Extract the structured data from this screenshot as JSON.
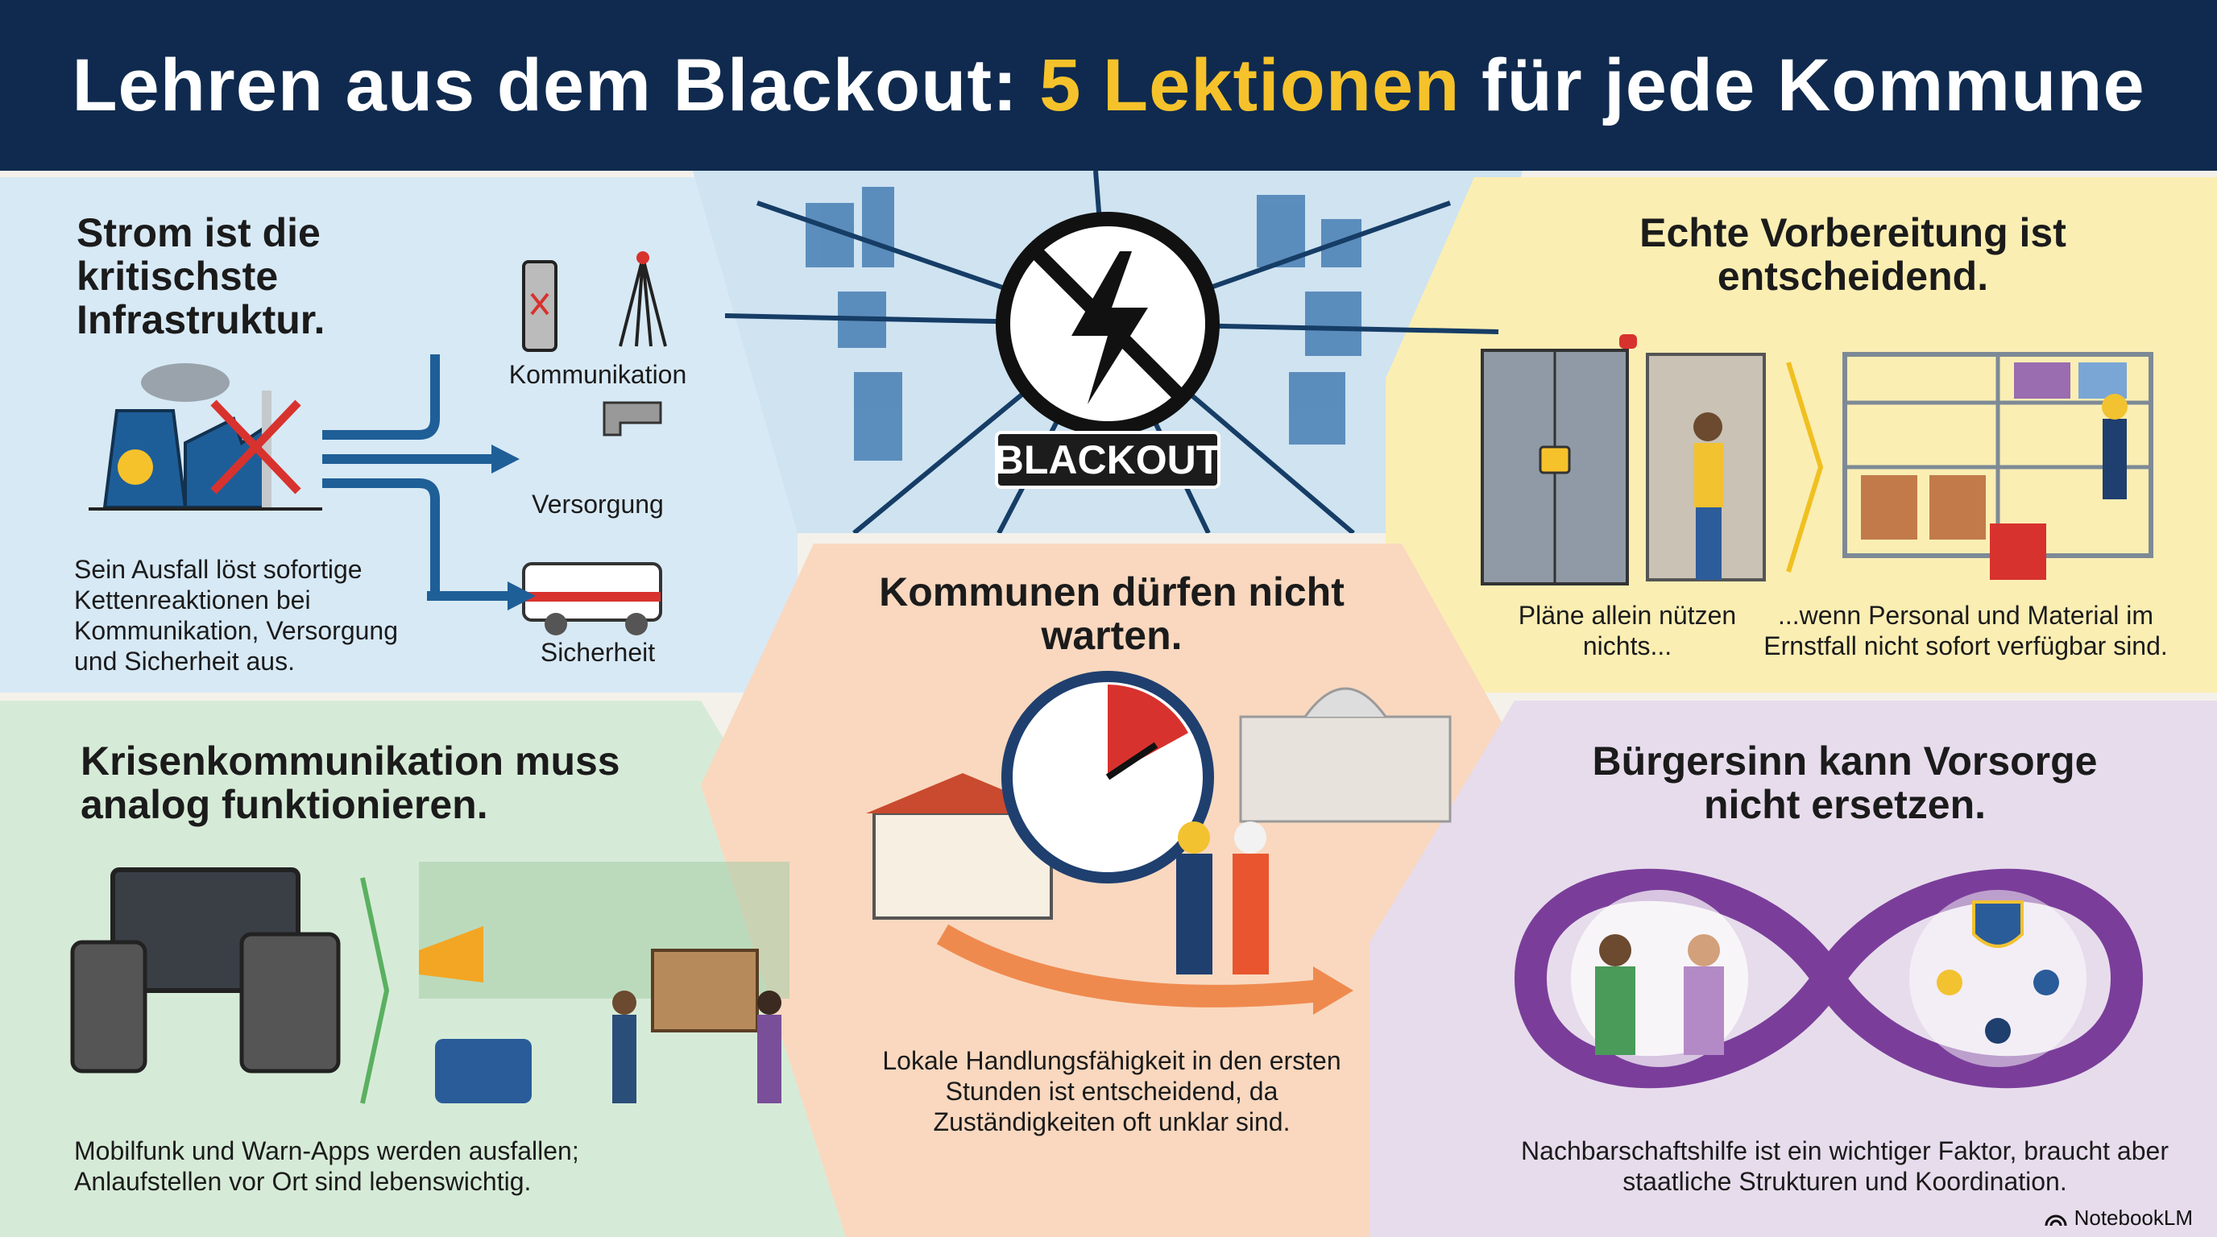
{
  "header": {
    "title_part1": "Lehren aus dem Blackout:",
    "title_accent": "5 Lektionen",
    "title_part2": "für jede Kommune"
  },
  "lesson1": {
    "title": "Strom ist die kritischste Infrastruktur.",
    "body": "Sein Ausfall löst sofortige Kettenreaktionen bei Kommunikation, Versorgung und Sicherheit aus.",
    "labels": [
      "Kommunikation",
      "Versorgung",
      "Sicherheit"
    ]
  },
  "center": {
    "badge": "BLACKOUT"
  },
  "lesson2": {
    "title": "Echte Vorbereitung ist entscheidend.",
    "caption_left": "Pläne allein nützen nichts...",
    "caption_right": "...wenn Personal und Material im Ernstfall nicht sofort verfügbar sind."
  },
  "lesson3": {
    "title": "Krisenkommunikation muss analog funktionieren.",
    "body": "Mobilfunk und Warn-Apps werden ausfallen; Anlaufstellen vor Ort sind lebenswichtig."
  },
  "lesson4": {
    "title": "Kommunen dürfen nicht warten.",
    "body": "Lokale Handlungsfähigkeit in den ersten Stunden ist entscheidend, da Zuständigkeiten oft unklar sind."
  },
  "lesson5": {
    "title": "Bürgersinn kann Vorsorge nicht ersetzen.",
    "body": "Nachbarschaftshilfe ist ein wichtiger Faktor, braucht aber staatliche Strukturen und Koordination."
  },
  "brand": "NotebookLM",
  "colors": {
    "navy": "#0f2a4e",
    "accent": "#f6c22b",
    "blue": "#d7e9f5",
    "yellow": "#fbeeb3",
    "green": "#d6ebd7",
    "peach": "#f9d8bf",
    "purple": "#e7dcec"
  }
}
